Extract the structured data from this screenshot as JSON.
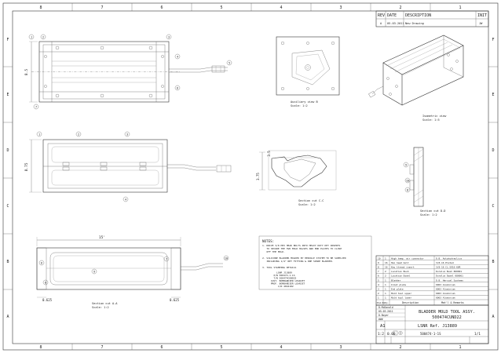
{
  "border": {
    "top_numbers": [
      "8",
      "7",
      "6",
      "5",
      "4",
      "3",
      "2",
      "1"
    ],
    "bottom_numbers": [
      "8",
      "7",
      "6",
      "5",
      "4",
      "3",
      "2",
      "1"
    ],
    "left_letters": [
      "F",
      "E",
      "D",
      "C",
      "B",
      "A"
    ],
    "right_letters": [
      "F",
      "E",
      "D",
      "C",
      "B",
      "A"
    ]
  },
  "revision_block": {
    "headers": [
      "REV",
      "DATE",
      "DESCRIPTION",
      "INIT"
    ],
    "row": {
      "rev": "A",
      "date": "05-03-2011",
      "description": "New Drawing",
      "init": "JW"
    }
  },
  "views": {
    "top_view": {
      "dimension": "8.5"
    },
    "front_view": {
      "dimension": "8.75"
    },
    "auxiliary_view": {
      "title": "Auxiliary view B",
      "scale": "Scale: 1:2"
    },
    "isometric_view": {
      "title": "Isometric view",
      "scale": "Scale: 1:5"
    },
    "section_cc": {
      "title": "Section cut C-C",
      "scale": "Scale: 1:2",
      "dim1": "3.5",
      "dim2": "3.75"
    },
    "section_dd": {
      "title": "Section cut D-D",
      "scale": "Scale: 1:2"
    },
    "section_aa": {
      "title": "Section cut A-A",
      "scale": "Scale: 1:2",
      "length": "15'",
      "left_dim": "0.625",
      "right_dim": "0.625"
    }
  },
  "balloons": {
    "top": [
      "1",
      "2",
      "3",
      "4",
      "5",
      "6",
      "7"
    ],
    "front": [
      "1",
      "2",
      "3",
      "4"
    ],
    "section_aa": [
      "6",
      "7",
      "8",
      "9",
      "10"
    ],
    "section_dd": [
      "9",
      "10",
      "8"
    ]
  },
  "notes": {
    "title": "NOTES:",
    "lines": [
      "1. DRIVE 3/8 HEX HEAD BOLTS INTO HEAVY DUTY KEY INSERTS",
      "   TO SECURE THE TWO MOLD HALVES AND END PLATES TO CLOSE",
      "   OFF THE MOLD.",
      "",
      "2. SILICONE BLADDER MOLDED BY HERCULE SYSTEM TO BE SUPPLIED",
      "   INCLUDING 1/4\" NPT FITTING & ONE SPARE BLADDER.",
      "",
      "3. TOOL STAMPING DETAILS",
      "",
      "          LSNR J13889",
      "        P/N 500474-1-1S",
      "        T/N 500474CUND22",
      "      CUST. BOMBARDIER LEARJET",
      "      PROF. BOMBARDIER LEARJET",
      "           C/N 4044182"
    ]
  },
  "bom": {
    "rows": [
      {
        "item": "10",
        "qty": "1",
        "name": "High temp. air connector",
        "material": "D.B. Autohydraulics"
      },
      {
        "item": "9",
        "qty": "16",
        "name": "Hex head bolt",
        "material": "3/8-16 Plated"
      },
      {
        "item": "8",
        "qty": "16",
        "name": "Key thread insert",
        "material": "3/8-16 CL.SO16-60R"
      },
      {
        "item": "7",
        "qty": "2",
        "name": "Location Bush",
        "material": "Duralux Bush 800801"
      },
      {
        "item": "6",
        "qty": "2",
        "name": "Location Dowel",
        "material": "Duralux Dowel 080061"
      },
      {
        "item": "5",
        "qty": "1",
        "name": "Bladder",
        "material": "D.B. Hercual Systems"
      },
      {
        "item": "4",
        "qty": "1",
        "name": "Inlet plate",
        "material": "6063 Aluminium"
      },
      {
        "item": "3",
        "qty": "1",
        "name": "End plate",
        "material": "6063 Aluminium"
      },
      {
        "item": "2",
        "qty": "1",
        "name": "Mold tool upper",
        "material": "6063 Aluminium"
      },
      {
        "item": "1",
        "qty": "1",
        "name": "Mold tool lower",
        "material": "6063 Aluminium"
      }
    ],
    "headers": {
      "item": "Item No.",
      "qty": "Qty.",
      "name": "Description",
      "material": "Mat'l & Remarks"
    }
  },
  "title_block": {
    "drawn": "D.McDonald",
    "drawn_date": "05-03-2011",
    "checked": "D.Boyer",
    "approved": "###",
    "title_line1": "BLADDER MOLD TOOL ASSY.",
    "title_line2": "500474CUND22",
    "size": "A1",
    "ref": "LSNR Ref. J13889",
    "scale": "1:2",
    "weight": "0.00",
    "part_no": "500474-1-1S",
    "sheet": "1/1"
  }
}
